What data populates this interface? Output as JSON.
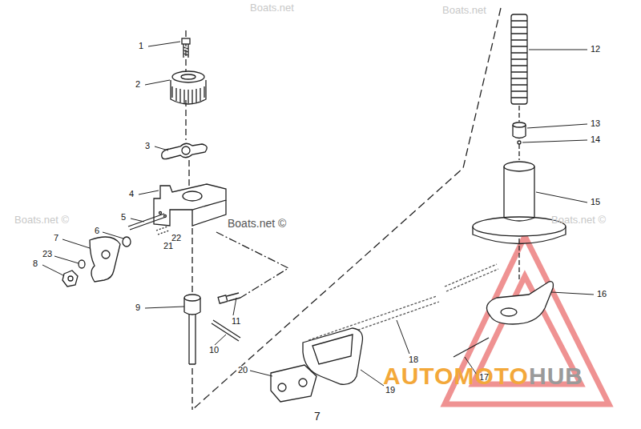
{
  "diagram": {
    "labels": [
      "1",
      "2",
      "3",
      "4",
      "5",
      "6",
      "7",
      "22",
      "21",
      "23",
      "8",
      "9",
      "10",
      "11",
      "12",
      "13",
      "14",
      "15",
      "16",
      "17",
      "18",
      "19",
      "20",
      "7",
      "Boats.net",
      "Boats.net",
      "Boats.net ©",
      "Boats.net ©",
      "Boats.net ©",
      "AUTOMOTO",
      "HUB"
    ]
  }
}
